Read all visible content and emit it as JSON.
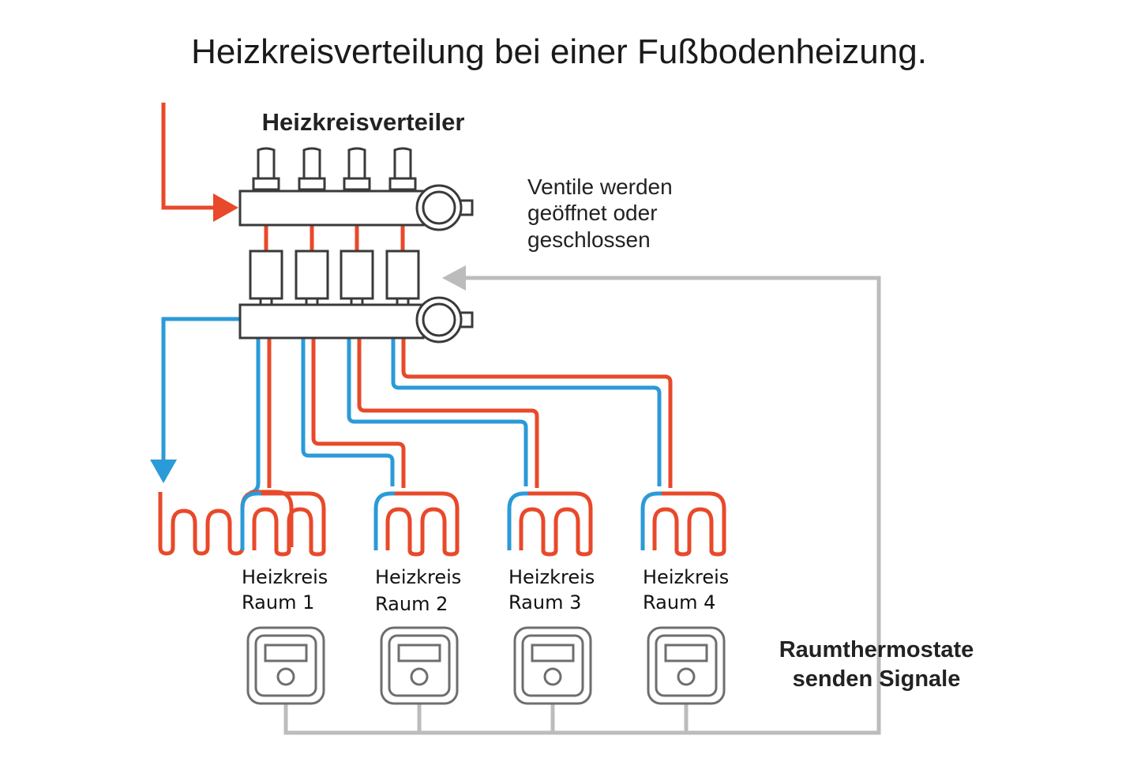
{
  "title": "Heizkreisverteilung bei einer Fußbodenheizung.",
  "manifold_label": "Heizkreisverteiler",
  "valve_note": [
    "Ventile werden",
    "geöffnet oder",
    "geschlossen"
  ],
  "circuits": [
    {
      "line1": "Heizkreis",
      "line2": "Raum 1"
    },
    {
      "line1": "Heizkreis",
      "line2": "Raum 2"
    },
    {
      "line1": "Heizkreis",
      "line2": "Raum 3"
    },
    {
      "line1": "Heizkreis",
      "line2": "Raum 4"
    }
  ],
  "thermostat_note": [
    "Raumthermostate",
    "senden Signale"
  ],
  "colors": {
    "supply": "#e8492a",
    "return": "#2b9ad8",
    "signal": "#bcbcbc",
    "outline": "#3a3a3a"
  }
}
